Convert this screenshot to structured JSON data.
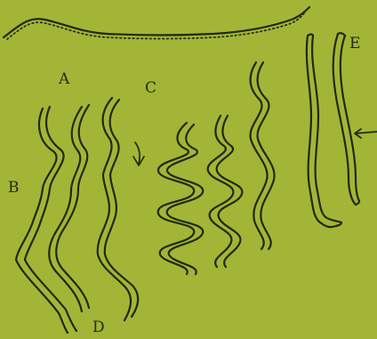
{
  "figure": {
    "labels": {
      "a": "A",
      "b": "B",
      "c": "C",
      "d": "D",
      "e": "E"
    },
    "colors": {
      "background": "#a3b536",
      "ink": "#1f2a12"
    }
  }
}
